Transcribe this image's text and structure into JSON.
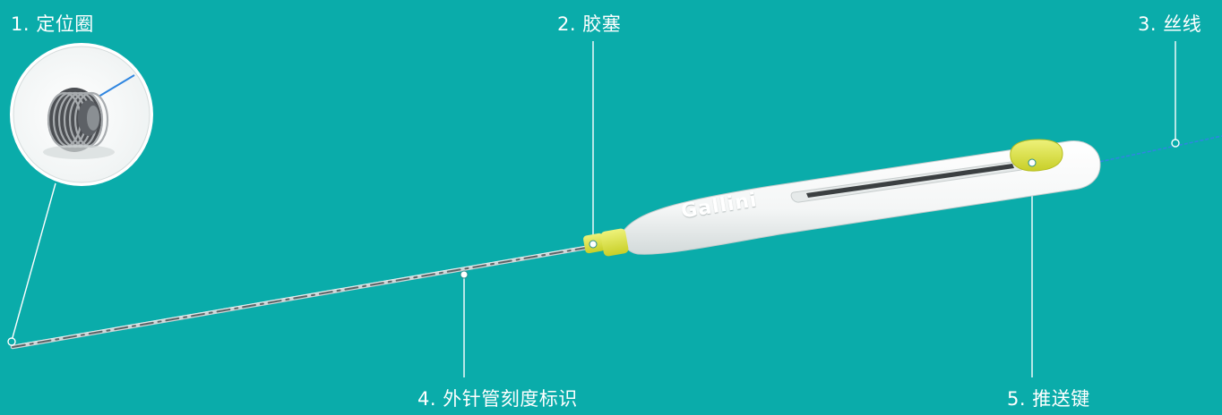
{
  "colors": {
    "background": "#0aacaa",
    "leader_line": "#ffffff",
    "handle": "#ffffff",
    "stopper": "#d9df3a",
    "thread": "#2f86e0",
    "needle": "#9aa3a6"
  },
  "handle_brand": "Gallini",
  "labels": {
    "coil": "1. 定位圈",
    "stopper": "2. 胶塞",
    "thread": "3. 丝线",
    "needle_markings": "4. 外针管刻度标识",
    "push_key": "5. 推送键"
  }
}
